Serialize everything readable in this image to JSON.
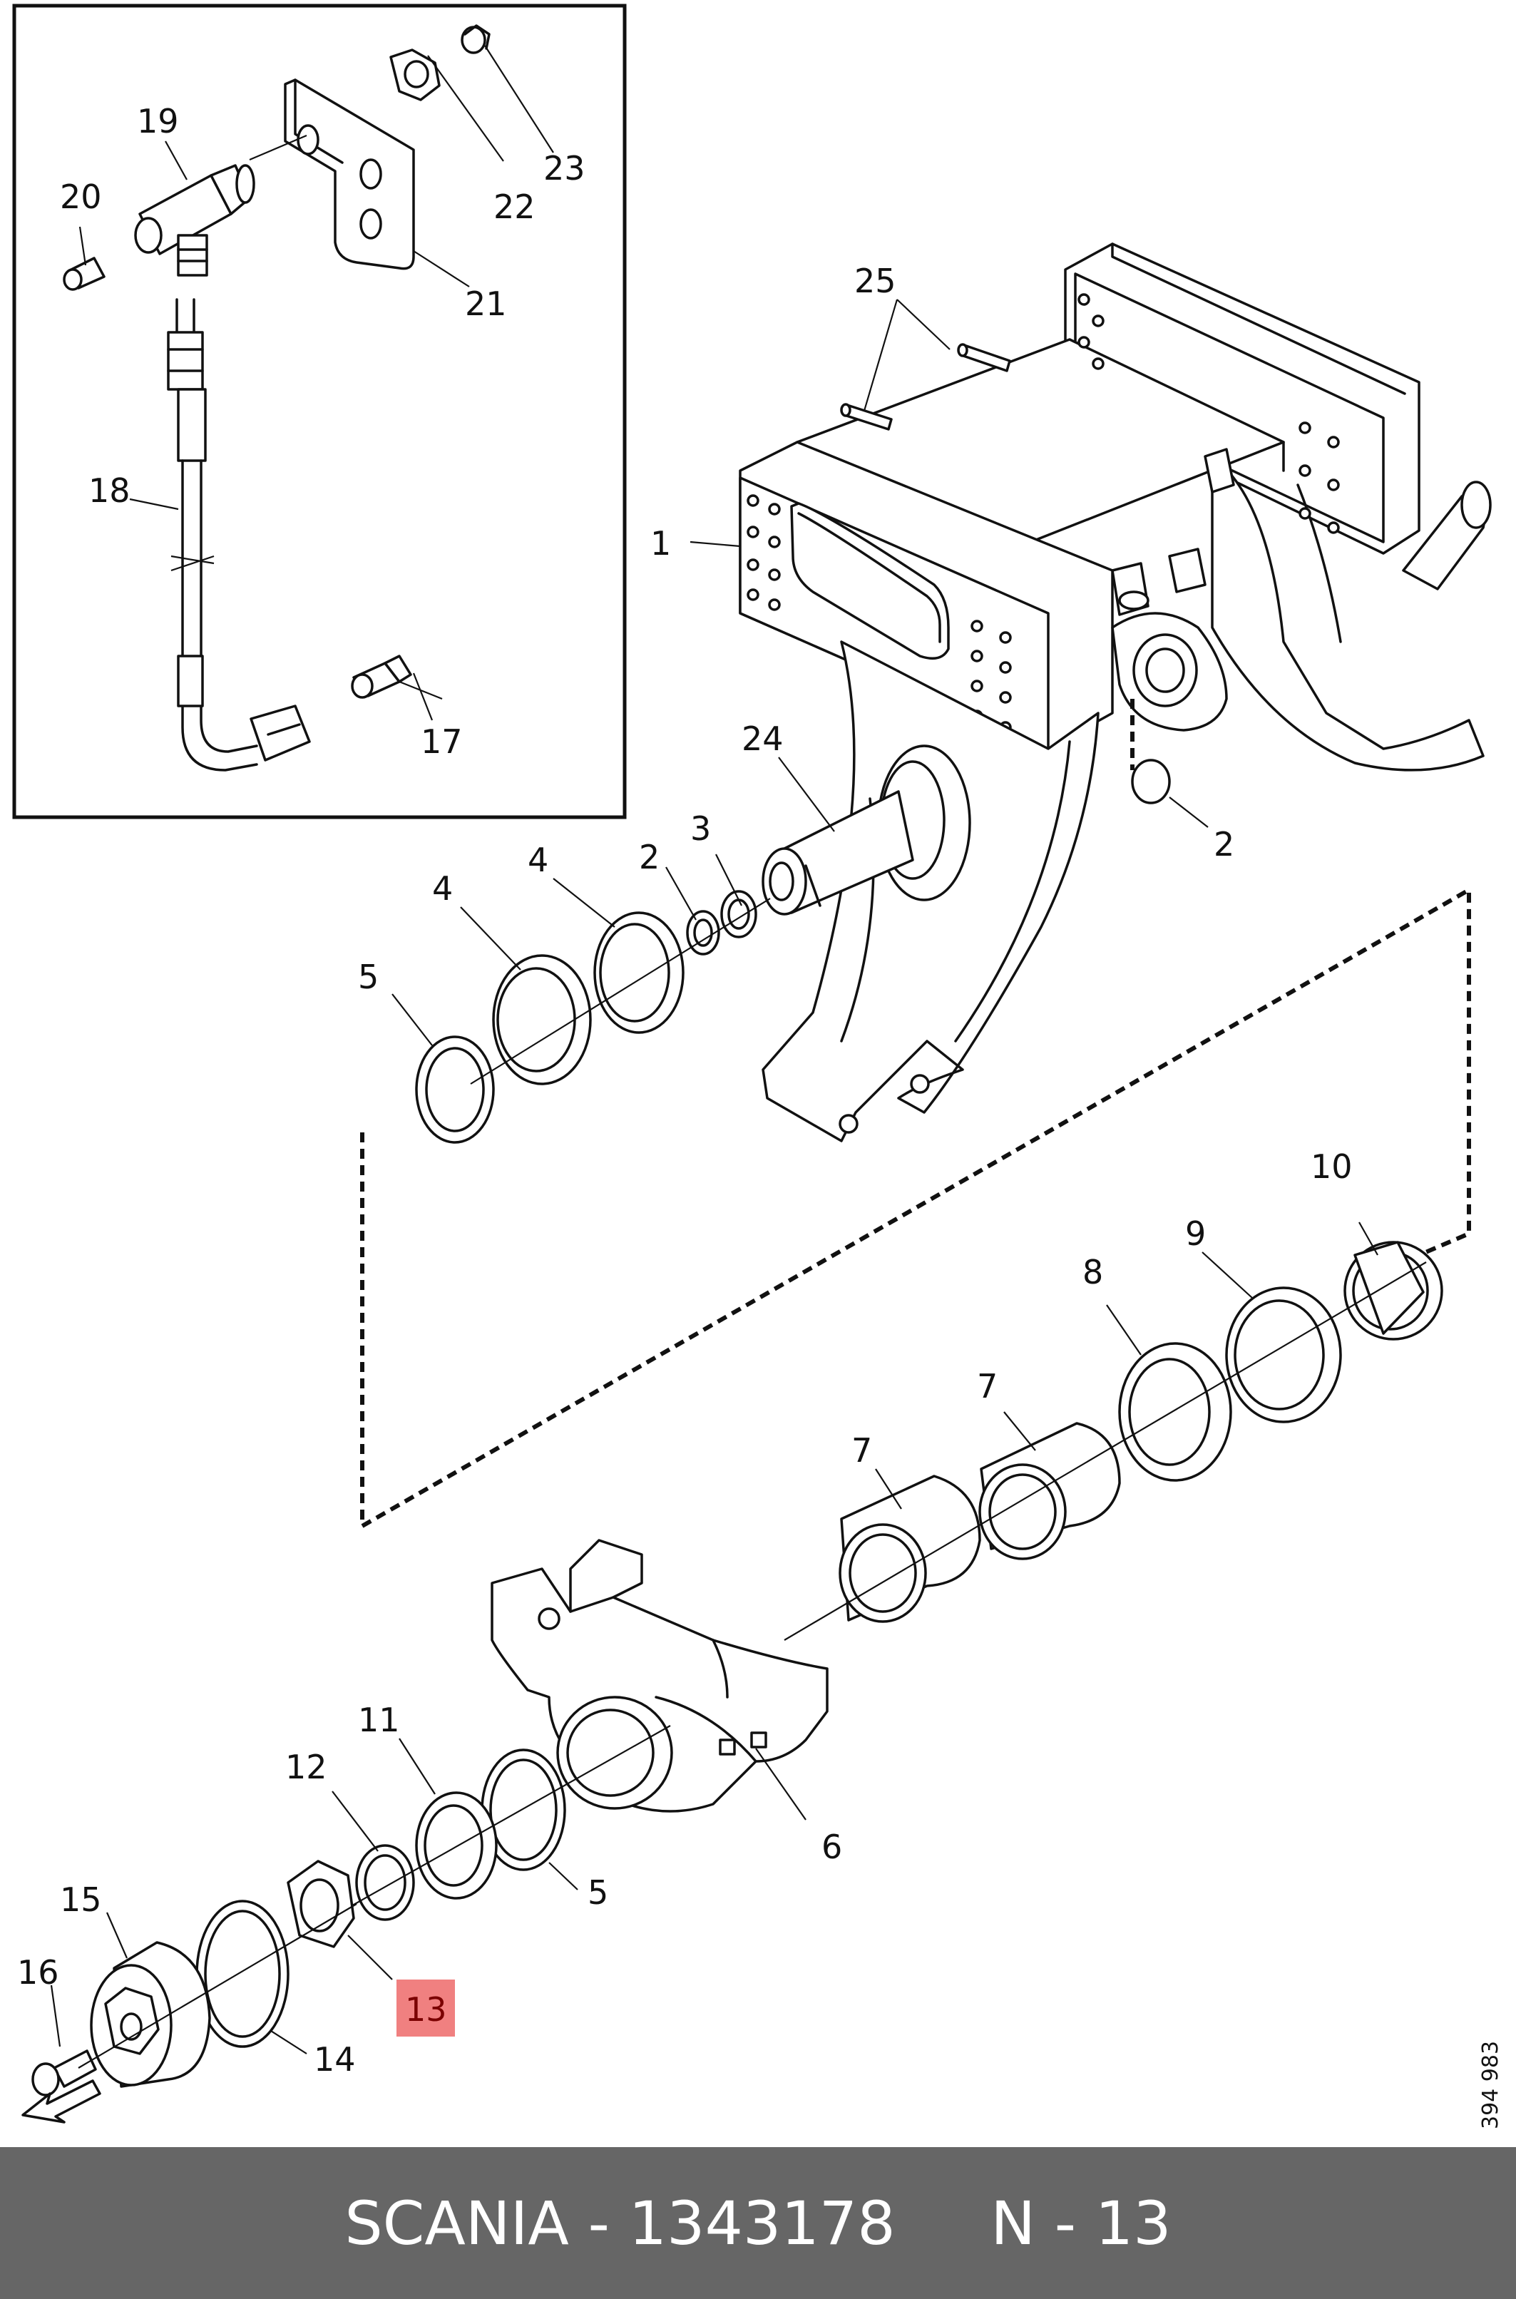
{
  "diagram": {
    "callouts": [
      {
        "id": "c1",
        "text": "1"
      },
      {
        "id": "c2a",
        "text": "2"
      },
      {
        "id": "c2b",
        "text": "2"
      },
      {
        "id": "c3",
        "text": "3"
      },
      {
        "id": "c4a",
        "text": "4"
      },
      {
        "id": "c4b",
        "text": "4"
      },
      {
        "id": "c5a",
        "text": "5"
      },
      {
        "id": "c5b",
        "text": "5"
      },
      {
        "id": "c6",
        "text": "6"
      },
      {
        "id": "c7a",
        "text": "7"
      },
      {
        "id": "c7b",
        "text": "7"
      },
      {
        "id": "c8",
        "text": "8"
      },
      {
        "id": "c9",
        "text": "9"
      },
      {
        "id": "c10",
        "text": "10"
      },
      {
        "id": "c11",
        "text": "11"
      },
      {
        "id": "c12",
        "text": "12"
      },
      {
        "id": "c13",
        "text": "13",
        "highlighted": true
      },
      {
        "id": "c14",
        "text": "14"
      },
      {
        "id": "c15",
        "text": "15"
      },
      {
        "id": "c16",
        "text": "16"
      },
      {
        "id": "c17",
        "text": "17"
      },
      {
        "id": "c18",
        "text": "18"
      },
      {
        "id": "c19",
        "text": "19"
      },
      {
        "id": "c20",
        "text": "20"
      },
      {
        "id": "c21",
        "text": "21"
      },
      {
        "id": "c22",
        "text": "22"
      },
      {
        "id": "c23",
        "text": "23"
      },
      {
        "id": "c24",
        "text": "24"
      },
      {
        "id": "c25",
        "text": "25"
      }
    ],
    "drawing_number": "394 983",
    "highlight_color": "#f08080",
    "line_color": "#111111"
  },
  "footer": {
    "text": "SCANIA - 1343178     N - 13",
    "background_color": "#666666",
    "text_color": "#ffffff"
  }
}
